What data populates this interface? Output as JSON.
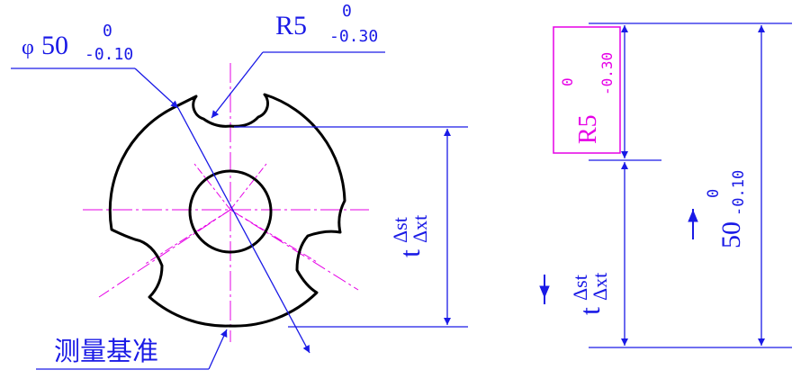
{
  "colors": {
    "part_outline": "#000000",
    "dimension": "#1a1ae6",
    "centerline": "#e600e6",
    "highlight_box": "#e600e6"
  },
  "left_view": {
    "diameter_label": {
      "symbol": "φ",
      "nominal": "50",
      "upper_dev": "0",
      "lower_dev": "-0.10"
    },
    "radius_label": {
      "nominal": "R5",
      "upper_dev": "0",
      "lower_dev": "-0.30"
    },
    "datum_label": "测量基准",
    "height_label": {
      "base": "t",
      "upper_sub": "Δst",
      "lower_sub": "Δxt"
    }
  },
  "right_view": {
    "boxed_radius_label": {
      "nominal": "R5",
      "upper_dev": "0",
      "lower_dev": "-0.30"
    },
    "height_label": {
      "base": "t",
      "upper_sub": "Δst",
      "lower_sub": "Δxt"
    },
    "total_label": {
      "nominal": "50",
      "upper_dev": "0",
      "lower_dev": "-0.10"
    }
  }
}
